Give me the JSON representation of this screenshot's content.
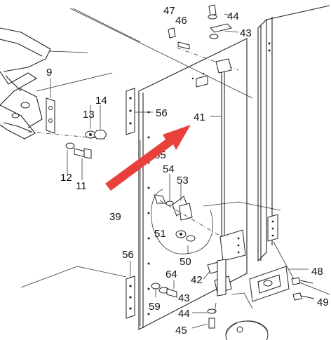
{
  "callouts": [
    {
      "key": "c47",
      "text": "47"
    },
    {
      "key": "c46",
      "text": "46"
    },
    {
      "key": "c44a",
      "text": "44"
    },
    {
      "key": "c43a",
      "text": "43"
    },
    {
      "key": "c9",
      "text": "9"
    },
    {
      "key": "c14",
      "text": "14"
    },
    {
      "key": "c13",
      "text": "13"
    },
    {
      "key": "c56a",
      "text": "56"
    },
    {
      "key": "c41",
      "text": "41"
    },
    {
      "key": "c12",
      "text": "12"
    },
    {
      "key": "c11",
      "text": "11"
    },
    {
      "key": "c55",
      "text": "55"
    },
    {
      "key": "c54",
      "text": "54"
    },
    {
      "key": "c53",
      "text": "53"
    },
    {
      "key": "c39",
      "text": "39"
    },
    {
      "key": "c51",
      "text": "51"
    },
    {
      "key": "c50",
      "text": "50"
    },
    {
      "key": "c56b",
      "text": "56"
    },
    {
      "key": "c64",
      "text": "64"
    },
    {
      "key": "c42",
      "text": "42"
    },
    {
      "key": "c48",
      "text": "48"
    },
    {
      "key": "c43b",
      "text": "43"
    },
    {
      "key": "c59",
      "text": "59"
    },
    {
      "key": "c44b",
      "text": "44"
    },
    {
      "key": "c45",
      "text": "45"
    },
    {
      "key": "c49",
      "text": "49"
    }
  ],
  "colors": {
    "arrow": "#e8413c",
    "line": "#222222",
    "background": "#ffffff"
  }
}
